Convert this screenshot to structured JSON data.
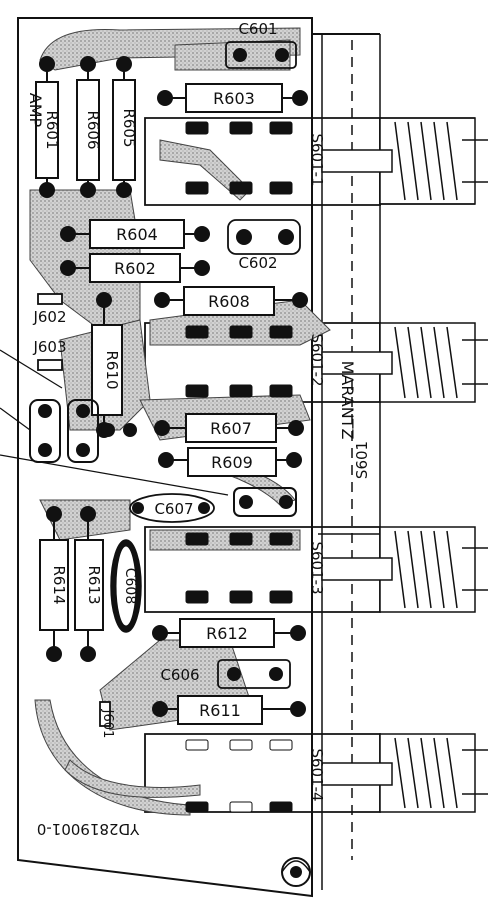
{
  "resistors": [
    {
      "id": "r601",
      "label": "R601",
      "orient": "v"
    },
    {
      "id": "r606",
      "label": "R606",
      "orient": "v"
    },
    {
      "id": "r605",
      "label": "R605",
      "orient": "v"
    },
    {
      "id": "r603",
      "label": "R603",
      "orient": "h"
    },
    {
      "id": "r604",
      "label": "R604",
      "orient": "h"
    },
    {
      "id": "r602",
      "label": "R602",
      "orient": "h"
    },
    {
      "id": "r608",
      "label": "R608",
      "orient": "h"
    },
    {
      "id": "r610",
      "label": "R610",
      "orient": "v"
    },
    {
      "id": "r607",
      "label": "R607",
      "orient": "h"
    },
    {
      "id": "r609",
      "label": "R609",
      "orient": "h"
    },
    {
      "id": "r614",
      "label": "R614",
      "orient": "v"
    },
    {
      "id": "r613",
      "label": "R613",
      "orient": "v"
    },
    {
      "id": "r612",
      "label": "R612",
      "orient": "h"
    },
    {
      "id": "r611",
      "label": "R611",
      "orient": "h"
    }
  ],
  "capacitors": [
    {
      "id": "c601",
      "label": "C601"
    },
    {
      "id": "c602",
      "label": "C602"
    },
    {
      "id": "c607",
      "label": "C607"
    },
    {
      "id": "c608",
      "label": "C608"
    },
    {
      "id": "c606",
      "label": "C606"
    }
  ],
  "jumpers": [
    {
      "id": "j602",
      "label": "J602"
    },
    {
      "id": "j603",
      "label": "J603"
    },
    {
      "id": "j601",
      "label": "J601"
    }
  ],
  "jacks": [
    {
      "id": "s601-1",
      "label": "S601-1"
    },
    {
      "id": "s601-2",
      "label": "S601-2"
    },
    {
      "id": "s601-3",
      "label": "S601-3"
    },
    {
      "id": "s601-4",
      "label": "S601-4"
    }
  ],
  "markings": {
    "board_label": "S601",
    "brand": "MARANTZ",
    "part_number": "YD2819001-0",
    "side_text": "AMP"
  },
  "colors": {
    "ink": "#111111",
    "copper": "#b4b4b4",
    "paper": "#ffffff"
  }
}
